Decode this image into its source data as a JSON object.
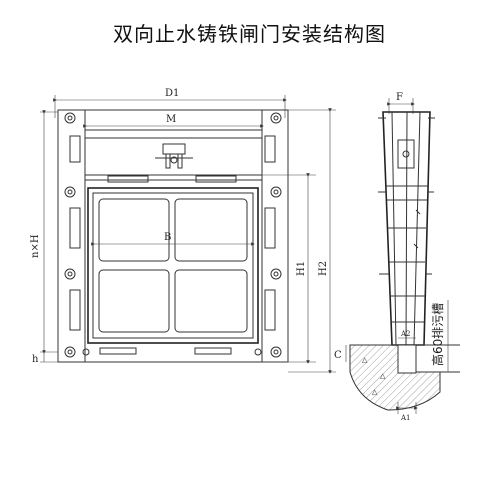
{
  "title": "双向止水铸铁闸门安装结构图",
  "front_view": {
    "labels": {
      "d1": "D1",
      "m": "M",
      "b": "B",
      "nxh": "n×H",
      "h": "h",
      "h1": "H1",
      "h2": "H2"
    }
  },
  "side_view": {
    "labels": {
      "f": "F",
      "c": "C",
      "a1": "A1",
      "a2": "A2",
      "drain_note": "高60排污槽"
    }
  }
}
